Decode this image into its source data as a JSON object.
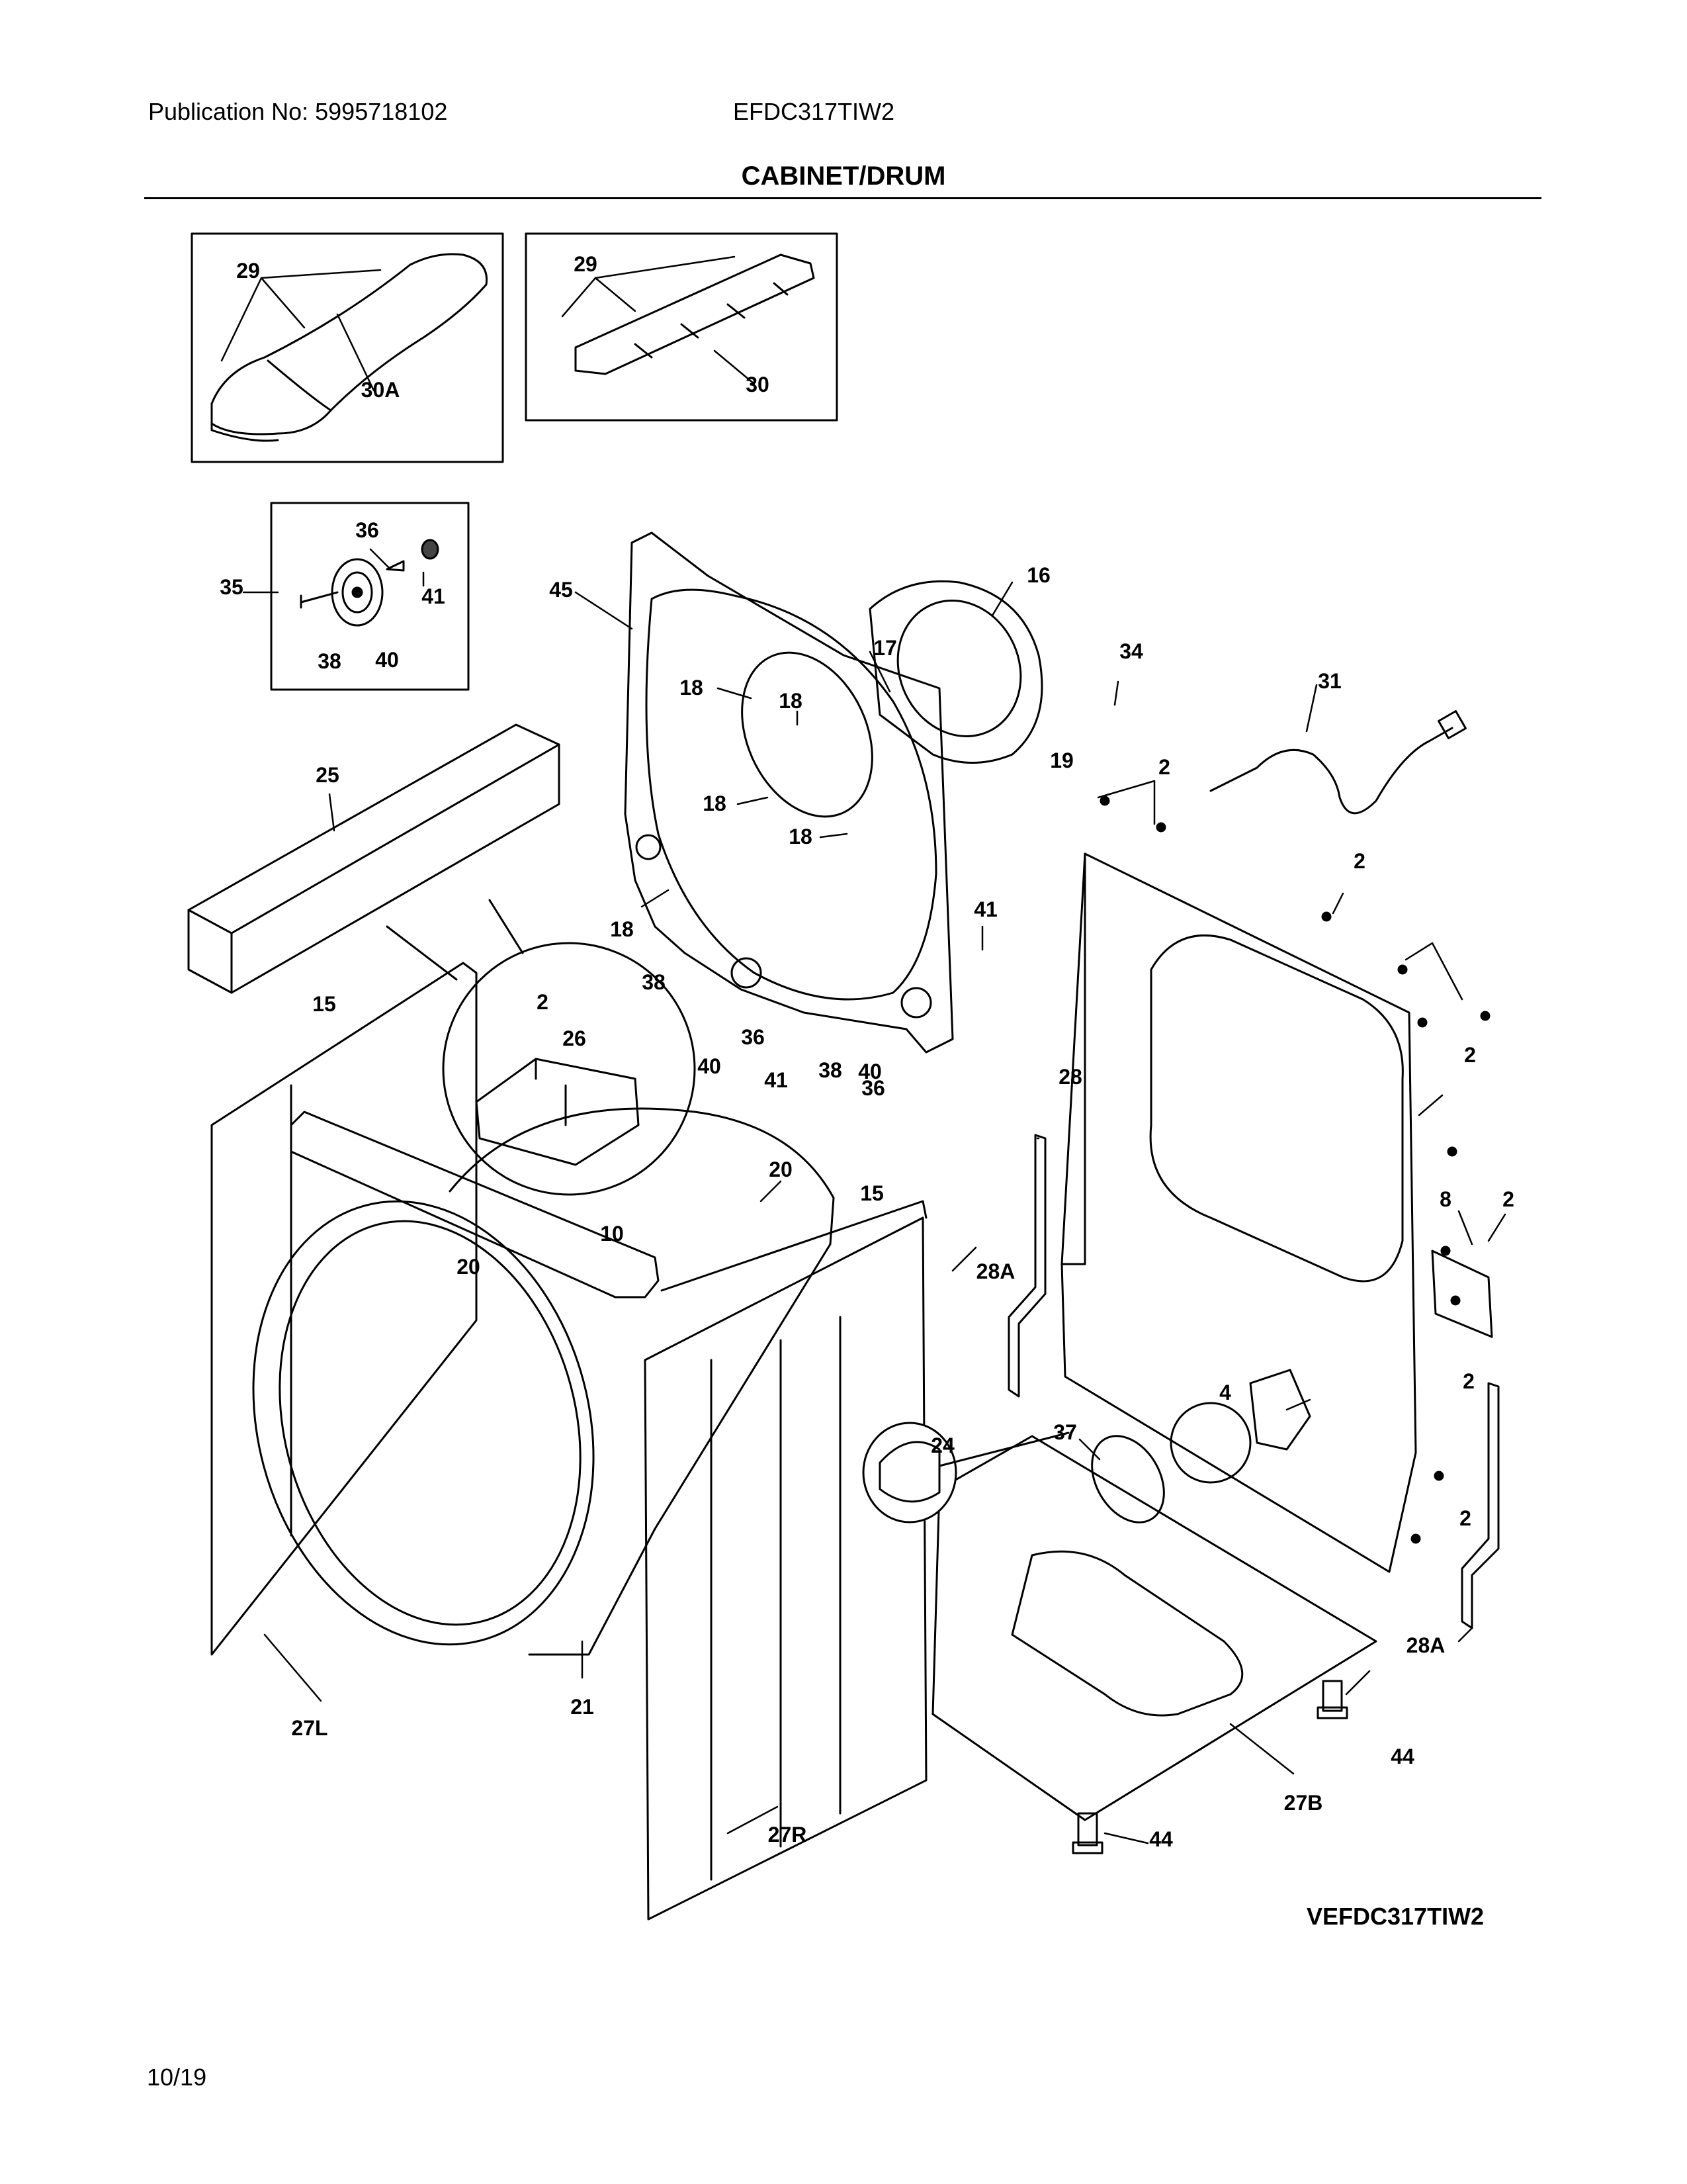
{
  "header": {
    "publication": "Publication No: 5995718102",
    "model": "EFDC317TIW2",
    "section_title": "CABINET/DRUM"
  },
  "footer": {
    "diagram_code": "VEFDC317TIW2",
    "date": "10/19"
  },
  "callouts": [
    "29",
    "30A",
    "29",
    "30",
    "36",
    "35",
    "41",
    "38",
    "40",
    "45",
    "16",
    "17",
    "34",
    "18",
    "18",
    "19",
    "31",
    "2",
    "18",
    "18",
    "25",
    "18",
    "41",
    "2",
    "2",
    "38",
    "26",
    "15",
    "36",
    "40",
    "41",
    "38",
    "40",
    "36",
    "28",
    "2",
    "20",
    "15",
    "8",
    "2",
    "10",
    "20",
    "28A",
    "2",
    "4",
    "37",
    "24",
    "2",
    "27L",
    "21",
    "28A",
    "44",
    "27B",
    "44",
    "27R"
  ]
}
